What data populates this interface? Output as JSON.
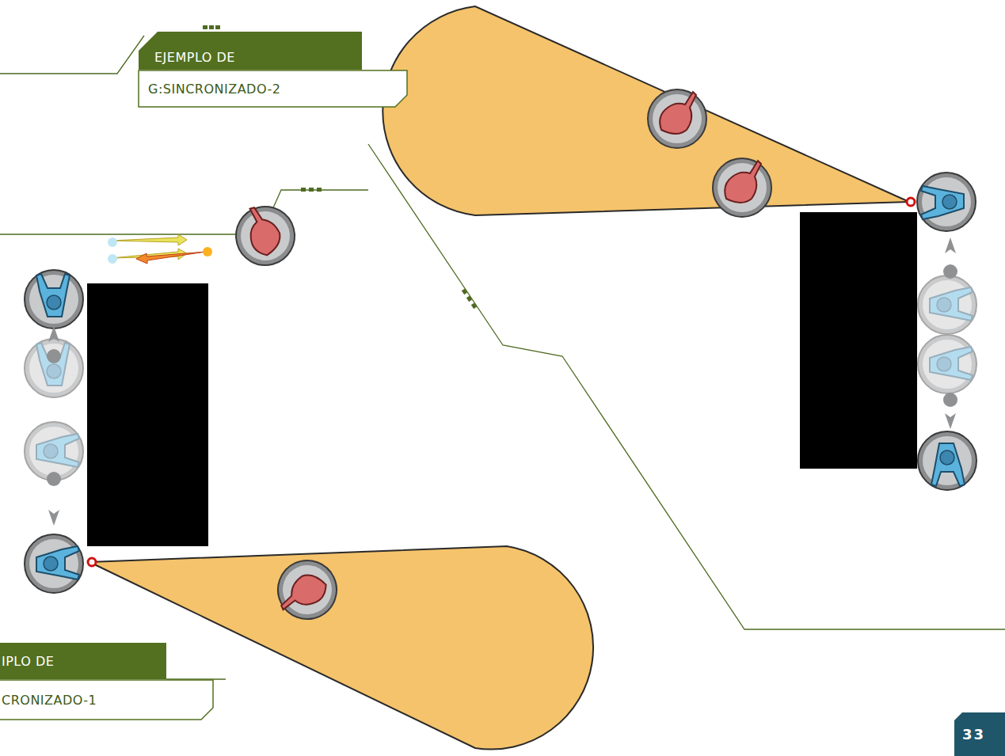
{
  "diagram": {
    "nodes": [
      {
        "text": [
          "EJEMPLO DE"
        ]
      },
      {
        "text": [
          "G:SINCRONIZADO-2"
        ]
      },
      {
        "text": [
          "IPLO DE"
        ]
      },
      {
        "text": [
          "CRONIZADO-1"
        ]
      },
      {
        "text": [
          "33"
        ]
      }
    ]
  }
}
